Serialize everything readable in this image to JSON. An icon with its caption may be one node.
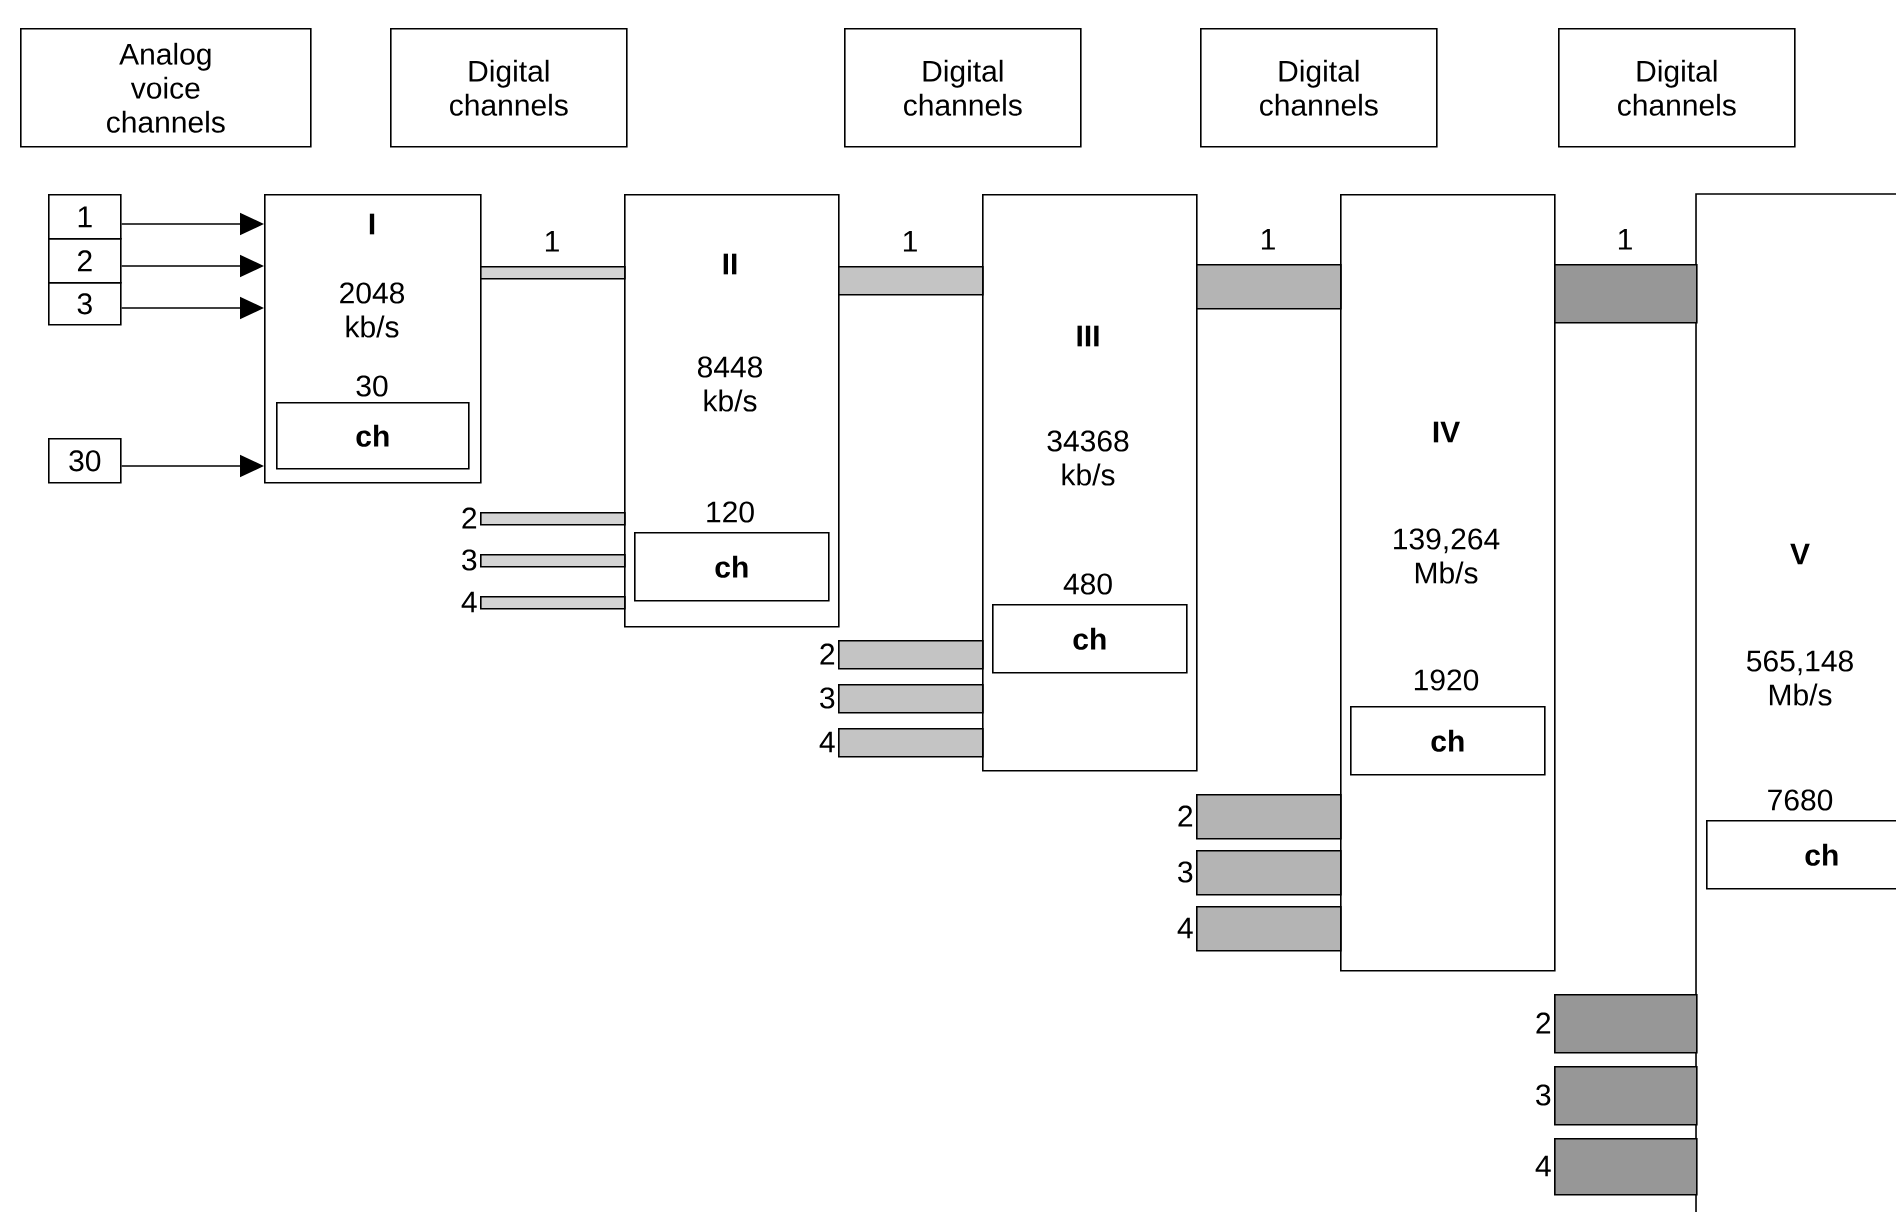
{
  "diagram": {
    "nodes": [
      {
        "text": [
          "Analog voice channels"
        ]
      },
      {
        "text": [
          "Digital channels"
        ]
      },
      {
        "text": [
          "Digital channels"
        ]
      },
      {
        "text": [
          "Digital channels"
        ]
      },
      {
        "text": [
          "Digital channels"
        ]
      },
      {
        "text": [
          "1"
        ]
      },
      {
        "text": [
          "2"
        ]
      },
      {
        "text": [
          "3"
        ]
      },
      {
        "text": [
          "30"
        ]
      },
      {
        "text": [
          "I",
          "2048 kb/s",
          "30"
        ]
      },
      {
        "text": [
          "ch"
        ],
        "in": 9
      },
      {
        "text": [
          "II",
          "8448 kb/s",
          "120"
        ]
      },
      {
        "text": [
          "ch"
        ],
        "in": 11
      },
      {
        "text": [
          "III",
          "34368 kb/s",
          "480"
        ]
      },
      {
        "text": [
          "ch"
        ],
        "in": 13
      },
      {
        "text": [
          "IV",
          "139,264 Mb/s",
          "1920"
        ]
      },
      {
        "text": [
          "ch"
        ],
        "in": 15
      },
      {
        "text": [
          "V",
          "565,148 Mb/s",
          "7680"
        ]
      },
      {
        "text": [
          "ch"
        ],
        "in": 17
      },
      {
        "text": [],
        "shape": "bar",
        "beside": [
          "1"
        ]
      },
      {
        "text": [],
        "shape": "bar",
        "beside": [
          "2"
        ]
      },
      {
        "text": [],
        "shape": "bar",
        "beside": [
          "3"
        ]
      },
      {
        "text": [],
        "shape": "bar",
        "beside": [
          "4"
        ]
      },
      {
        "text": [],
        "shape": "bar",
        "beside": [
          "1"
        ]
      },
      {
        "text": [],
        "shape": "bar",
        "beside": [
          "2"
        ]
      },
      {
        "text": [],
        "shape": "bar",
        "beside": [
          "3"
        ]
      },
      {
        "text": [],
        "shape": "bar",
        "beside": [
          "4"
        ]
      },
      {
        "text": [],
        "shape": "bar",
        "beside": [
          "1"
        ]
      },
      {
        "text": [],
        "shape": "bar",
        "beside": [
          "2"
        ]
      },
      {
        "text": [],
        "shape": "bar",
        "beside": [
          "3"
        ]
      },
      {
        "text": [],
        "shape": "bar",
        "beside": [
          "4"
        ]
      },
      {
        "text": [],
        "shape": "bar",
        "beside": [
          "1"
        ]
      },
      {
        "text": [],
        "shape": "bar",
        "beside": [
          "2"
        ]
      },
      {
        "text": [],
        "shape": "bar",
        "beside": [
          "3"
        ]
      },
      {
        "text": [],
        "shape": "bar",
        "beside": [
          "4"
        ]
      }
    ],
    "edges": [
      {
        "from": 5,
        "to": 9,
        "arrow": "to"
      },
      {
        "from": 6,
        "to": 9,
        "arrow": "to"
      },
      {
        "from": 7,
        "to": 9,
        "arrow": "to"
      },
      {
        "from": 8,
        "to": 9,
        "arrow": "to"
      }
    ]
  }
}
